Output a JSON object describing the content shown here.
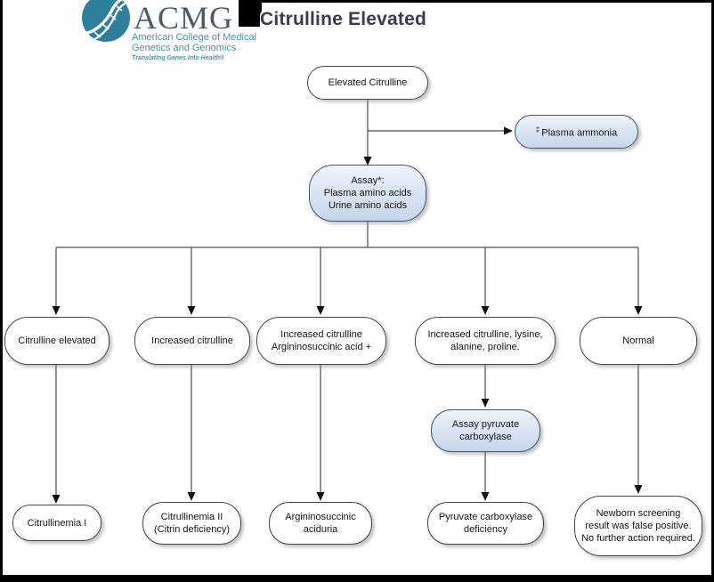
{
  "header": {
    "logo_acronym": "ACMG",
    "logo_org_line1": "American College of Medical",
    "logo_org_line2": "Genetics and Genomics",
    "logo_tagline": "Translating Genes Into Health®",
    "title": "Citrulline Elevated"
  },
  "colors": {
    "logo_teal": "#2e7f9b",
    "logo_text_slate": "#4c5b6b",
    "title_navy": "#3b3b54",
    "node_blue_top": "#eff4fb",
    "node_blue_bottom": "#c5d6ea",
    "node_border": "#474747",
    "connector": "#4d4d4d",
    "frame_black": "#000000"
  },
  "flowchart": {
    "nodes": [
      {
        "id": "elevated-citrulline",
        "fill": "white",
        "lines": [
          "Elevated Citrulline"
        ]
      },
      {
        "id": "plasma-ammonia",
        "fill": "blue",
        "sup": "‡",
        "lines": [
          "Plasma ammonia"
        ]
      },
      {
        "id": "assay-amino-acids",
        "fill": "blue",
        "lines": [
          "Assay*:",
          "Plasma amino acids",
          "Urine amino acids"
        ]
      },
      {
        "id": "citrulline-elevated",
        "fill": "white",
        "lines": [
          "Citrulline elevated"
        ]
      },
      {
        "id": "increased-citrulline",
        "fill": "white",
        "lines": [
          "Increased citrulline"
        ]
      },
      {
        "id": "increased-citrulline-argininosuccinic",
        "fill": "white",
        "lines": [
          "Increased citrulline",
          "Argininosuccinic acid +"
        ]
      },
      {
        "id": "increased-citrulline-lysine-alanine-proline",
        "fill": "white",
        "lines": [
          "Increased citrulline, lysine,",
          "alanine, proline."
        ]
      },
      {
        "id": "normal",
        "fill": "white",
        "lines": [
          "Normal"
        ]
      },
      {
        "id": "assay-pyruvate-carboxylase",
        "fill": "blue",
        "lines": [
          "Assay pyruvate",
          "carboxylase"
        ]
      },
      {
        "id": "citrullinemia-i",
        "fill": "white",
        "lines": [
          "Citrullinemia I"
        ]
      },
      {
        "id": "citrullinemia-ii",
        "fill": "white",
        "lines": [
          "Citrullinemia II",
          "(Citrin deficiency)"
        ]
      },
      {
        "id": "argininosuccinic-aciduria",
        "fill": "white",
        "lines": [
          "Argininosuccinic",
          "aciduria"
        ]
      },
      {
        "id": "pyruvate-carboxylase-deficiency",
        "fill": "white",
        "lines": [
          "Pyruvate carboxylase",
          "deficiency"
        ]
      },
      {
        "id": "newborn-screening-false-positive",
        "fill": "white",
        "lines": [
          "Newborn screening",
          "result was false positive.",
          "No further action required."
        ]
      }
    ],
    "edges": [
      {
        "from": "elevated-citrulline",
        "to": "assay-amino-acids"
      },
      {
        "from": "elevated-citrulline",
        "to": "plasma-ammonia"
      },
      {
        "from": "assay-amino-acids",
        "to": "citrulline-elevated"
      },
      {
        "from": "assay-amino-acids",
        "to": "increased-citrulline"
      },
      {
        "from": "assay-amino-acids",
        "to": "increased-citrulline-argininosuccinic"
      },
      {
        "from": "assay-amino-acids",
        "to": "increased-citrulline-lysine-alanine-proline"
      },
      {
        "from": "assay-amino-acids",
        "to": "normal"
      },
      {
        "from": "citrulline-elevated",
        "to": "citrullinemia-i"
      },
      {
        "from": "increased-citrulline",
        "to": "citrullinemia-ii"
      },
      {
        "from": "increased-citrulline-argininosuccinic",
        "to": "argininosuccinic-aciduria"
      },
      {
        "from": "increased-citrulline-lysine-alanine-proline",
        "to": "assay-pyruvate-carboxylase"
      },
      {
        "from": "assay-pyruvate-carboxylase",
        "to": "pyruvate-carboxylase-deficiency"
      },
      {
        "from": "normal",
        "to": "newborn-screening-false-positive"
      }
    ]
  }
}
